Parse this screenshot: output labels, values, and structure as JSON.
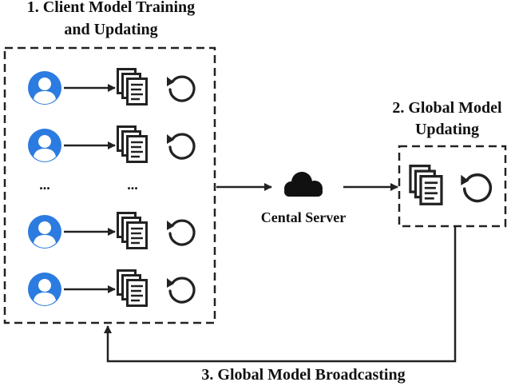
{
  "labels": {
    "client_training_line1": "1. Client Model Training",
    "client_training_line2": "and Updating",
    "global_updating_line1": "2. Global Model",
    "global_updating_line2": "Updating",
    "central_server": "Cental Server",
    "broadcasting": "3. Global Model Broadcasting",
    "ellipsis_clients": "...",
    "ellipsis_models": "..."
  },
  "clients": [
    {
      "icons": [
        "user-icon",
        "documents-icon",
        "refresh-icon"
      ]
    },
    {
      "icons": [
        "user-icon",
        "documents-icon",
        "refresh-icon"
      ]
    },
    {
      "icons": [
        "user-icon",
        "documents-icon",
        "refresh-icon"
      ]
    },
    {
      "icons": [
        "user-icon",
        "documents-icon",
        "refresh-icon"
      ]
    }
  ],
  "server_icon": "cloud-icon",
  "colors": {
    "user": "#2b7be0",
    "stroke": "#222222",
    "cloud": "#111111"
  }
}
